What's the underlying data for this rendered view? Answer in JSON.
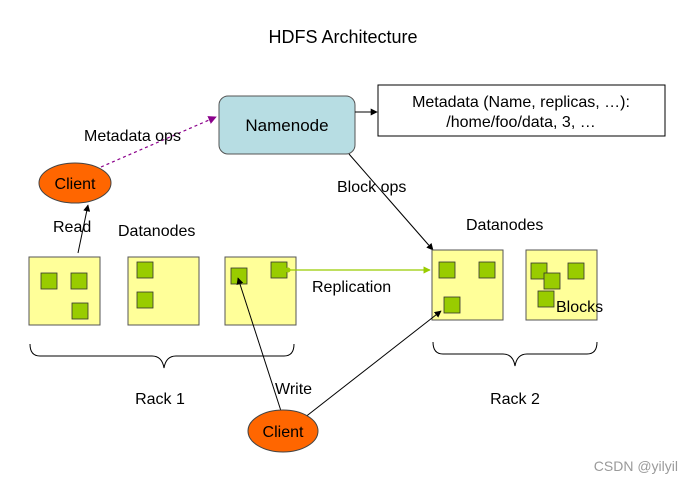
{
  "title": "HDFS Architecture",
  "namenode": {
    "label": "Namenode",
    "fill": "#b7dde3"
  },
  "metadata": {
    "line1": "Metadata (Name, replicas, …):",
    "line2": "/home/foo/data, 3, …"
  },
  "clients": {
    "top": "Client",
    "bottom": "Client",
    "fill": "#ff6600"
  },
  "labels": {
    "metadata_ops": "Metadata ops",
    "block_ops": "Block ops",
    "read": "Read",
    "write": "Write",
    "replication": "Replication",
    "blocks": "Blocks",
    "datanodes_left": "Datanodes",
    "datanodes_right": "Datanodes",
    "rack1": "Rack 1",
    "rack2": "Rack 2"
  },
  "colors": {
    "datanode_fill": "#ffff99",
    "block_fill": "#99cc00",
    "replication_line": "#99cc00",
    "metadata_ops_line": "#8b008b"
  },
  "watermark": "CSDN @yilyil"
}
